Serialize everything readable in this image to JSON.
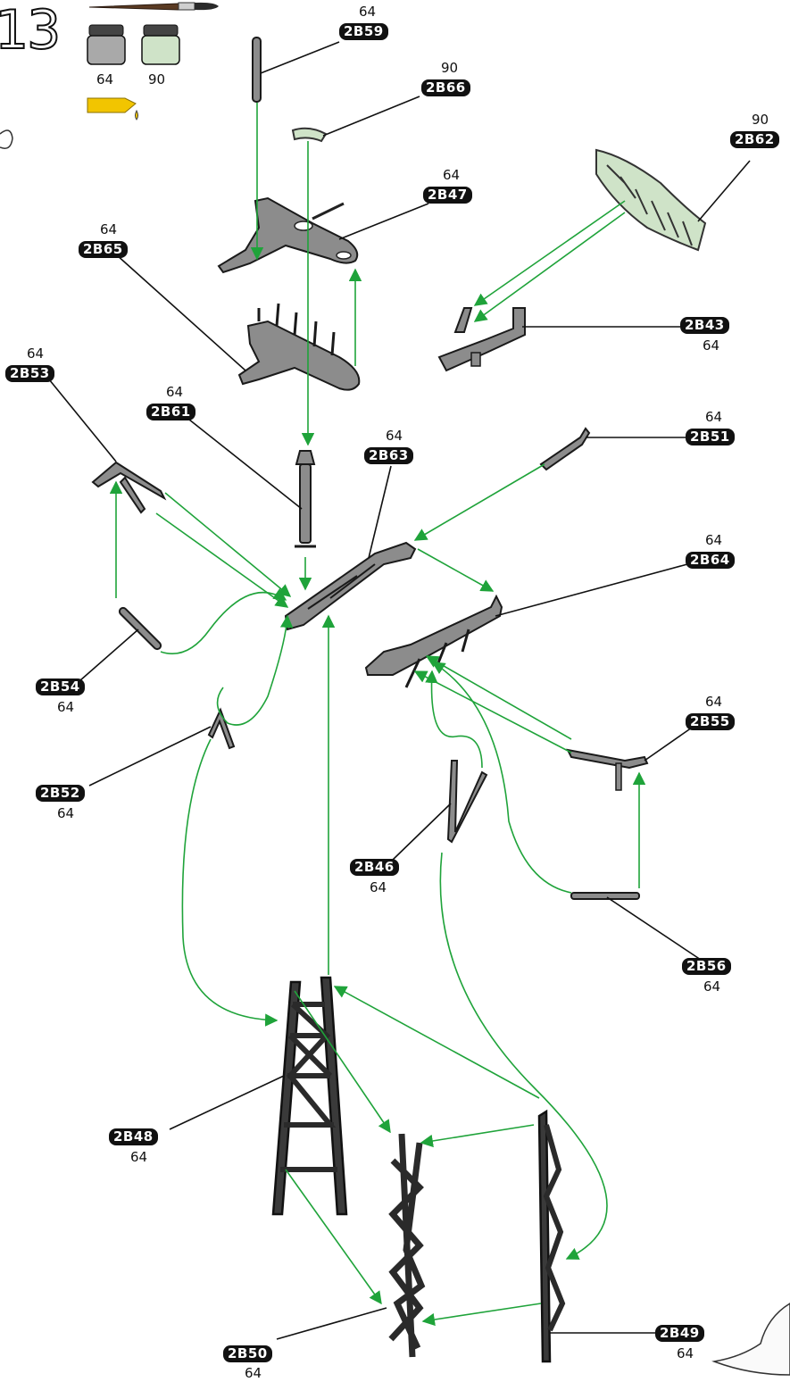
{
  "step": "13",
  "paints": [
    {
      "code": "64",
      "color": "#a9a9a9"
    },
    {
      "code": "90",
      "color": "#cfe3c8"
    }
  ],
  "glue_icon": "glue-tube-icon",
  "brush_icon": "paint-brush-icon",
  "colors": {
    "arrow": "#1fa33a",
    "tag_bg": "#111111"
  },
  "parts": [
    {
      "id": "2B59",
      "color": "64"
    },
    {
      "id": "2B66",
      "color": "90"
    },
    {
      "id": "2B62",
      "color": "90"
    },
    {
      "id": "2B47",
      "color": "64"
    },
    {
      "id": "2B65",
      "color": "64"
    },
    {
      "id": "2B43",
      "color": "64"
    },
    {
      "id": "2B53",
      "color": "64"
    },
    {
      "id": "2B61",
      "color": "64"
    },
    {
      "id": "2B63",
      "color": "64"
    },
    {
      "id": "2B51",
      "color": "64"
    },
    {
      "id": "2B64",
      "color": "64"
    },
    {
      "id": "2B54",
      "color": "64"
    },
    {
      "id": "2B55",
      "color": "64"
    },
    {
      "id": "2B52",
      "color": "64"
    },
    {
      "id": "2B46",
      "color": "64"
    },
    {
      "id": "2B56",
      "color": "64"
    },
    {
      "id": "2B48",
      "color": "64"
    },
    {
      "id": "2B49",
      "color": "64"
    },
    {
      "id": "2B50",
      "color": "64"
    }
  ]
}
